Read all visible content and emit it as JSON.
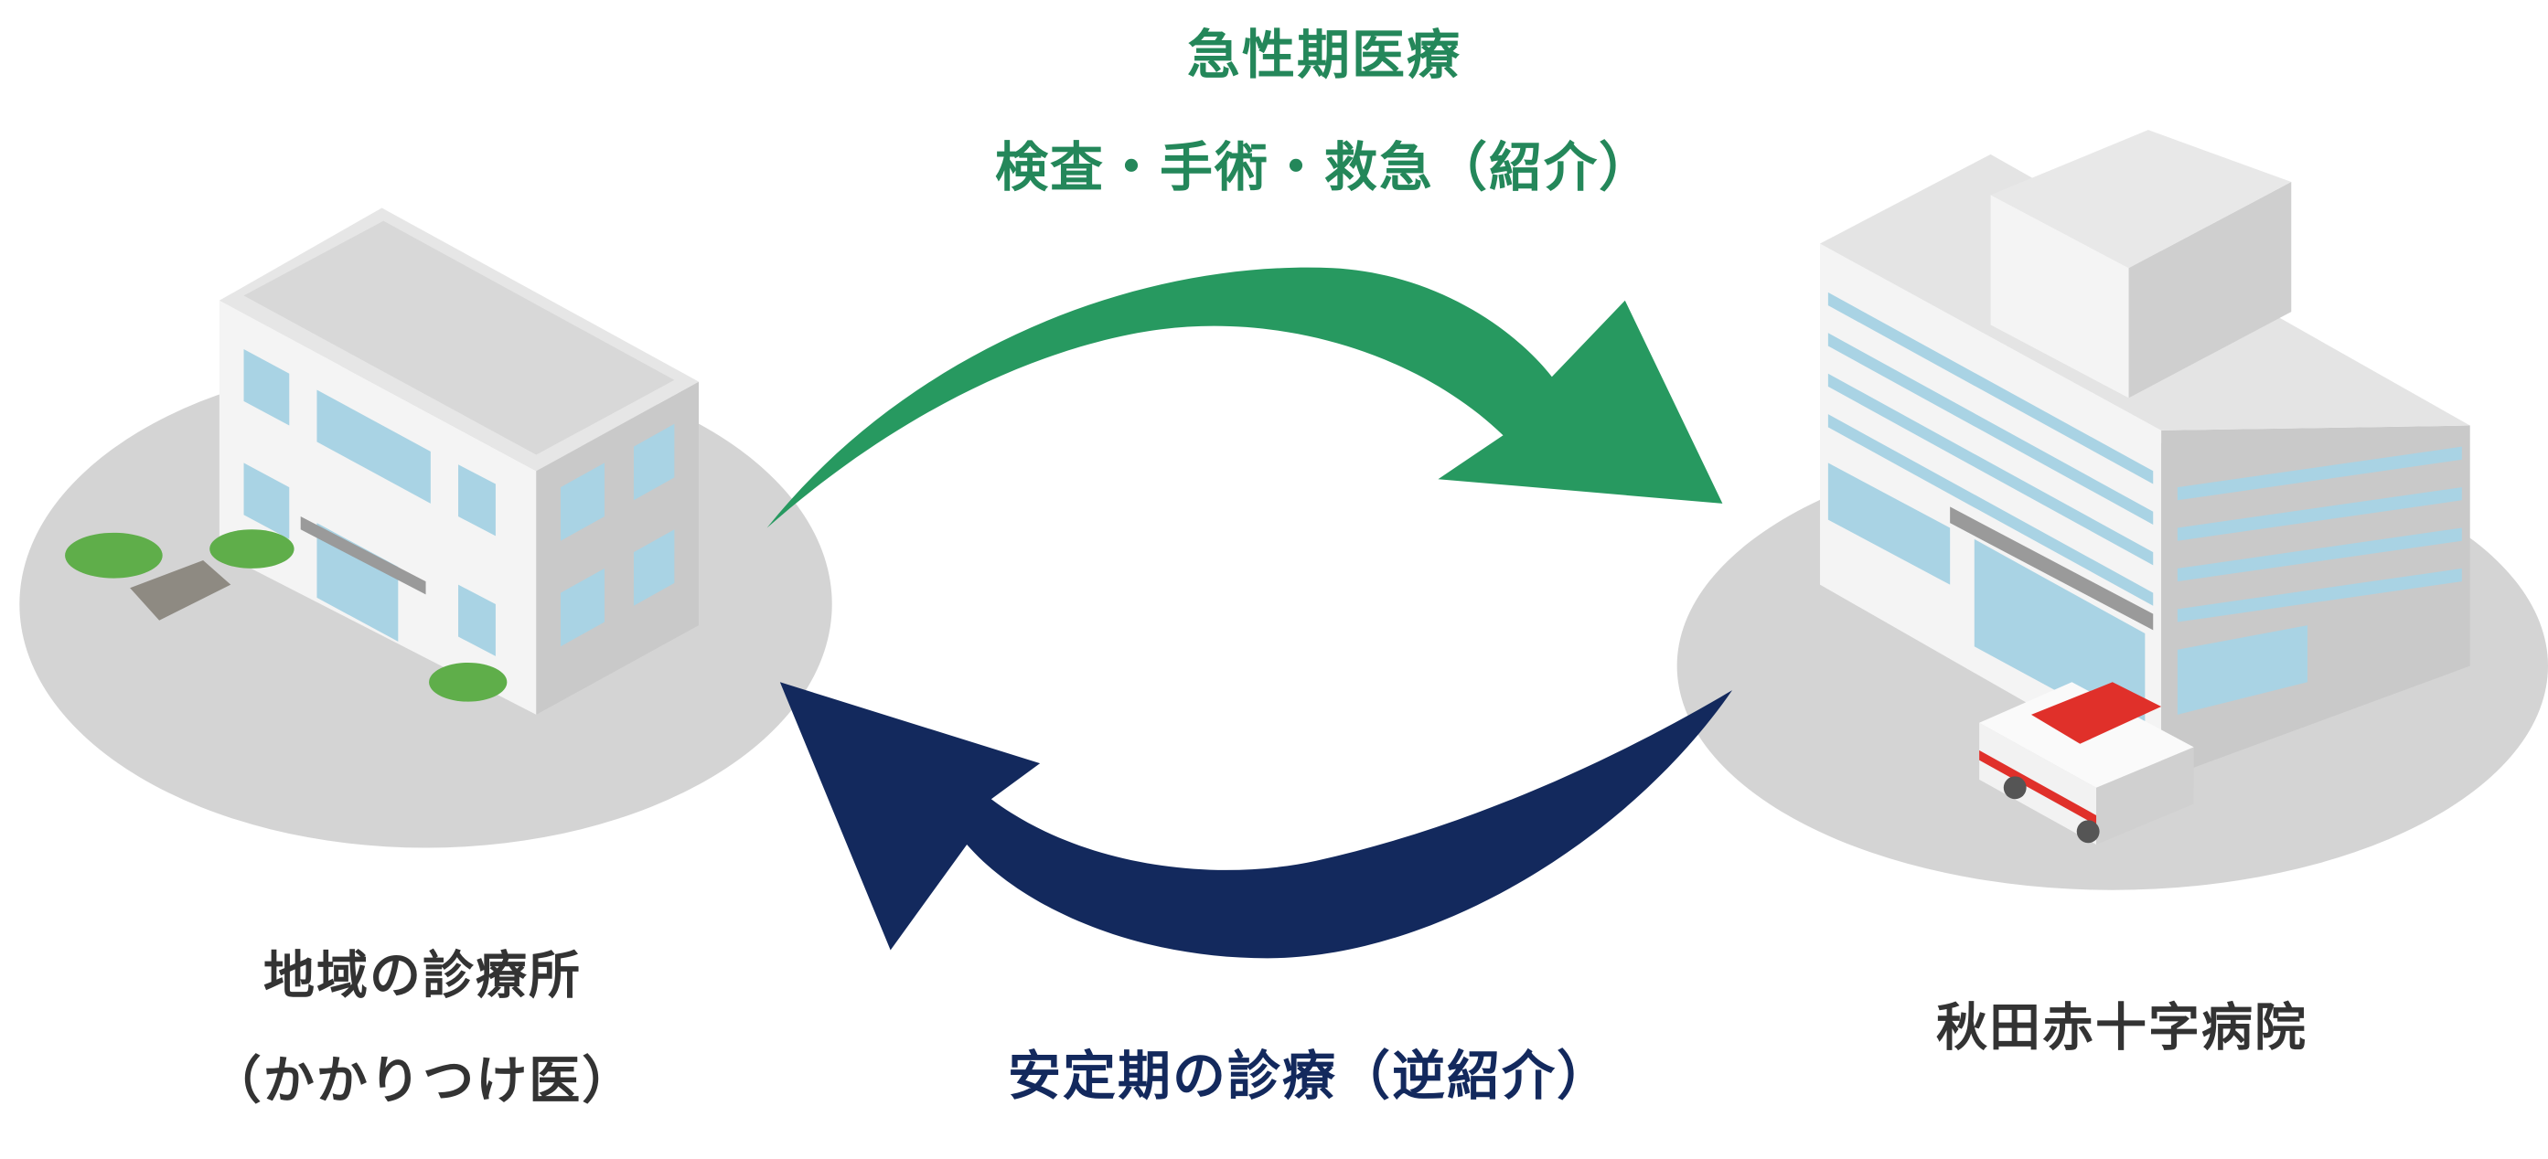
{
  "top_label": {
    "title": "急性期医療",
    "subtitle": "検査・手術・救急（紹介）"
  },
  "bottom_label": "安定期の診療（逆紹介）",
  "clinic": {
    "name": "地域の診療所",
    "sub": "（かかりつけ医）"
  },
  "hospital": {
    "name": "秋田赤十字病院"
  },
  "colors": {
    "green_arrow": "#279960",
    "navy_arrow": "#13295d",
    "ground": "#d4d4d4"
  }
}
